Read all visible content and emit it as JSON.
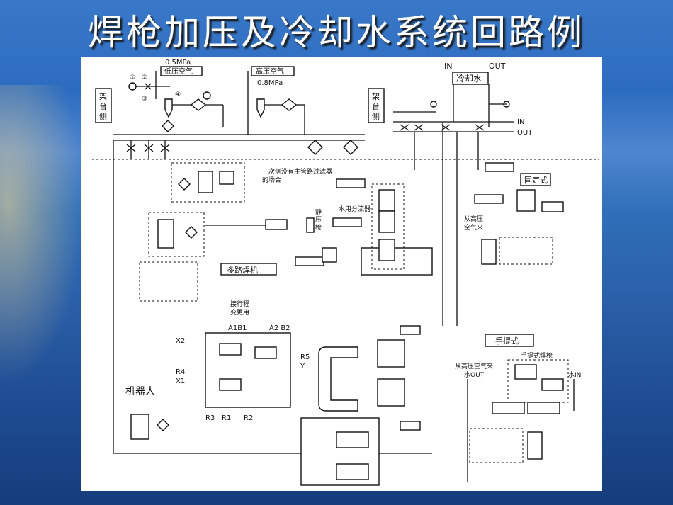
{
  "title": "焊枪加压及冷却水系统回路例",
  "labels": {
    "p05": "0.5MPa",
    "low_air": "低压空气",
    "high_air": "高压空气",
    "p08": "0.8MPa",
    "rack_left": "架台侧",
    "rack_mid": "架台侧",
    "in_top": "IN",
    "out_top": "OUT",
    "cooling": "冷却水",
    "in_line": "IN",
    "out_line": "OUT",
    "note1a": "一次侧没有主管路过滤器",
    "note1b": "的场合",
    "fixed": "固定式",
    "static_gun1": "静",
    "static_gun2": "压",
    "static_gun3": "枪",
    "water_div": "水用分流器",
    "multi": "多路焊机",
    "from_high1": "从高压",
    "from_high2": "空气来",
    "connect1": "接行程",
    "connect2": "变更用",
    "a1b1": "A1B1",
    "a2b2": "A2 B2",
    "x2": "X2",
    "r5": "R5",
    "y": "Y",
    "r4": "R4",
    "x1": "X1",
    "robot": "机器人",
    "r3": "R3",
    "r1": "R1",
    "r2": "R2",
    "handheld": "手提式",
    "handheld_gun": "手提式焊枪",
    "from_high_air": "从高压空气来",
    "water_out": "水OUT",
    "water_in": "水IN"
  }
}
